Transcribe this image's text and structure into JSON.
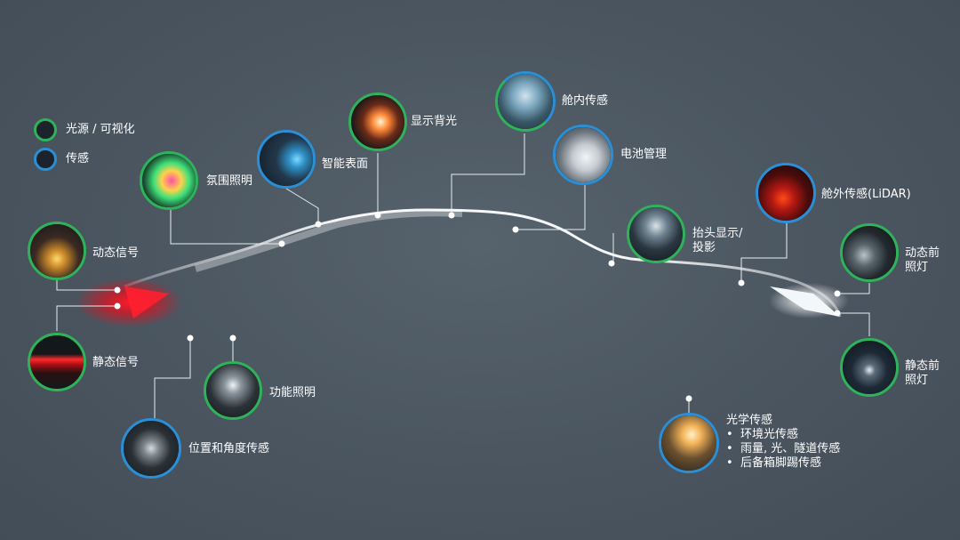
{
  "legend": {
    "light": "光源 / 可视化",
    "sense": "传感",
    "colors": {
      "light": "#2fb35a",
      "sense": "#2a8fd6"
    }
  },
  "labels": {
    "ambient": "氛围照明",
    "smart_surface": "智能表面",
    "display_backlight": "显示背光",
    "cabin_sensing": "舱内传感",
    "battery_mgmt": "电池管理",
    "dynamic_signal": "动态信号",
    "static_signal": "静态信号",
    "hud_line1": "抬头显示/",
    "hud_line2": "投影",
    "lidar": "舱外传感(LiDAR)",
    "dyn_headlamp_1": "动态前",
    "dyn_headlamp_2": "照灯",
    "static_headlamp_1": "静态前",
    "static_headlamp_2": "照灯",
    "functional_light": "功能照明",
    "position_sensing": "位置和角度传感",
    "optical_title": "光学传感",
    "optical_items": [
      "环境光传感",
      "雨量, 光、隧道传感",
      "后备箱脚踢传感"
    ]
  },
  "icons": {
    "ambient": "ambient-light-icon",
    "smart_surface": "smart-surface-icon",
    "display_backlight": "display-backlight-icon",
    "cabin_sensing": "driver-face-icon",
    "battery_mgmt": "ev-charging-icon",
    "dynamic_signal": "rear-lamp-icon",
    "static_signal": "tail-light-icon",
    "hud": "hud-icon",
    "lidar": "lidar-icon",
    "dyn_headlamp": "headlamp-icon",
    "static_headlamp": "car-front-icon",
    "functional_light": "interior-light-icon",
    "position_sensing": "gear-shifter-icon",
    "optical_sensing": "windshield-icon"
  }
}
